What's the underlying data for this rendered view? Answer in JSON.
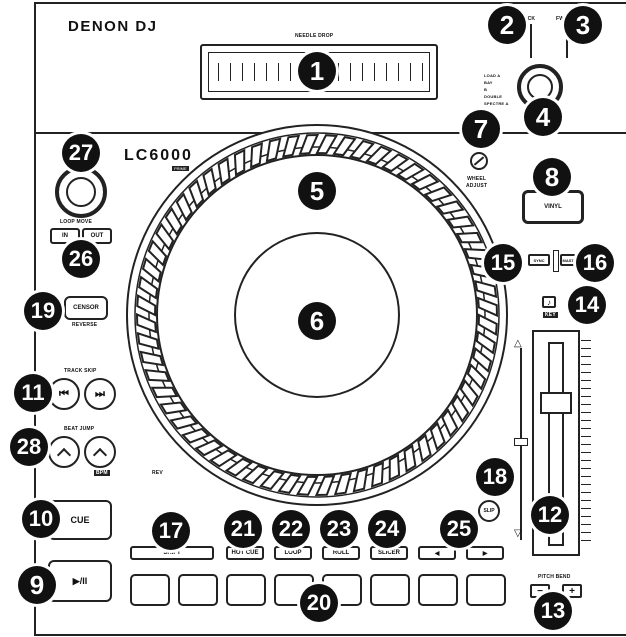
{
  "brand": "DENON DJ",
  "model": "LC6000",
  "model_sub": "PRIME",
  "strip_label": "NEEDLE DROP",
  "knob_labels": {
    "back": "BACK",
    "fwd": "FWD",
    "load": "LOAD A\nBAY\nB\nDOUBLE\nSPECTRE A"
  },
  "wheel_adjust": "WHEEL\nADJUST",
  "vinyl": "VINYL",
  "sync": "SYNC",
  "master": "MASTER",
  "key": "KEY",
  "knob27_label": "LOOP MOVE",
  "in_label": "IN",
  "out_label": "OUT",
  "censor": "CENSOR",
  "reverse": "REVERSE",
  "track_skip": "TRACK SKIP",
  "prev_glyph": "⏮",
  "next_glyph": "⏭",
  "beat_jump": "BEAT JUMP",
  "bpm": "BPM",
  "cue": "CUE",
  "play": "▶/II",
  "slip": "SLIP",
  "shift": "SHIFT",
  "hot_cue": "HOT CUE",
  "loop": "LOOP",
  "roll": "ROLL",
  "slicer": "SLICER",
  "left_arrow": "◀",
  "right_arrow": "▶",
  "pitch_bend": "PITCH BEND",
  "minus": "−",
  "plus": "+",
  "rev": "REV",
  "callouts": [
    "1",
    "2",
    "3",
    "4",
    "5",
    "6",
    "7",
    "8",
    "9",
    "10",
    "11",
    "12",
    "13",
    "14",
    "15",
    "16",
    "17",
    "18",
    "19",
    "20",
    "21",
    "22",
    "23",
    "24",
    "25",
    "26",
    "27",
    "28"
  ]
}
